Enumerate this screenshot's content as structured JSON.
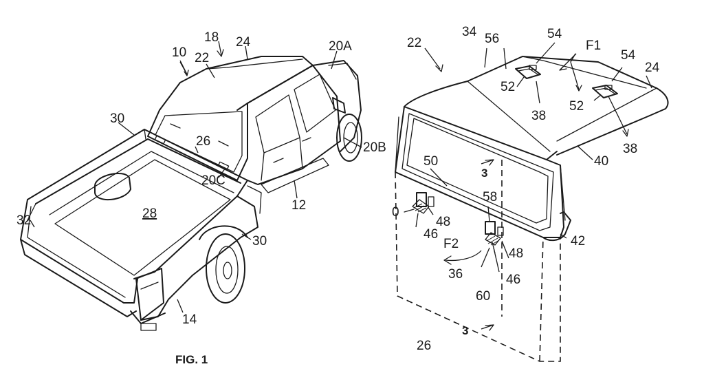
{
  "figure": {
    "caption": "FIG. 1"
  },
  "truck_view": {
    "labels": {
      "ref_10": "10",
      "ref_18": "18",
      "ref_22": "22",
      "ref_24": "24",
      "ref_20A": "20A",
      "ref_30_top": "30",
      "ref_26": "26",
      "ref_20B": "20B",
      "ref_20C": "20C",
      "ref_28": "28",
      "ref_12": "12",
      "ref_32": "32",
      "ref_30_bottom": "30",
      "ref_14": "14"
    }
  },
  "cap_view": {
    "labels": {
      "ref_22": "22",
      "ref_34": "34",
      "ref_56": "56",
      "ref_54_left": "54",
      "ref_F1": "F1",
      "ref_54_right": "54",
      "ref_24": "24",
      "ref_52_left": "52",
      "ref_38_left": "38",
      "ref_52_right": "52",
      "ref_38_right": "38",
      "ref_40": "40",
      "ref_50": "50",
      "ref_58": "58",
      "ref_0": "0",
      "ref_48_left": "48",
      "ref_46_left": "46",
      "ref_F2": "F2",
      "ref_36": "36",
      "ref_60": "60",
      "ref_46_right": "46",
      "ref_48_right": "48",
      "ref_42": "42",
      "ref_26": "26",
      "section_top": "3",
      "section_bottom": "3"
    }
  }
}
